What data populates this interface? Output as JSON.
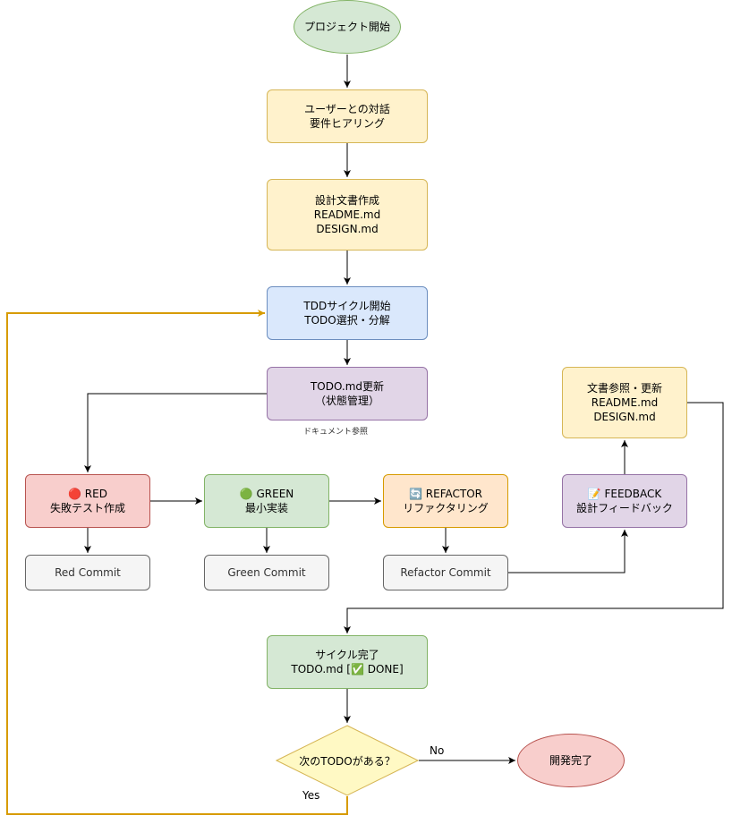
{
  "nodes": {
    "start": {
      "label": "プロジェクト開始"
    },
    "dialogue": {
      "lines": [
        "ユーザーとの対話",
        "要件ヒアリング"
      ]
    },
    "design_docs": {
      "lines": [
        "設計文書作成",
        "README.md",
        "DESIGN.md"
      ]
    },
    "tdd_start": {
      "lines": [
        "TDDサイクル開始",
        "TODO選択・分解"
      ]
    },
    "todo_update": {
      "lines": [
        "TODO.md更新",
        "（状態管理）"
      ]
    },
    "red": {
      "lines": [
        "🔴 RED",
        "失敗テスト作成"
      ]
    },
    "green": {
      "lines": [
        "🟢 GREEN",
        "最小実装"
      ]
    },
    "refactor": {
      "lines": [
        "🔄 REFACTOR",
        "リファクタリング"
      ]
    },
    "feedback": {
      "lines": [
        "📝 FEEDBACK",
        "設計フィードバック"
      ]
    },
    "doc_ref": {
      "lines": [
        "文書参照・更新",
        "README.md",
        "DESIGN.md"
      ]
    },
    "red_commit": {
      "label": "Red Commit"
    },
    "green_commit": {
      "label": "Green Commit"
    },
    "refactor_commit": {
      "label": "Refactor Commit"
    },
    "cycle_done": {
      "lines": [
        "サイクル完了",
        "TODO.md [✅ DONE]"
      ]
    },
    "decision": {
      "label": "次のTODOがある？"
    },
    "end": {
      "label": "開発完了"
    }
  },
  "edge_labels": {
    "doc_reference": "ドキュメント参照",
    "no": "No",
    "yes": "Yes"
  },
  "colors": {
    "edge": "#000000",
    "loop_edge": "#d79b00"
  }
}
